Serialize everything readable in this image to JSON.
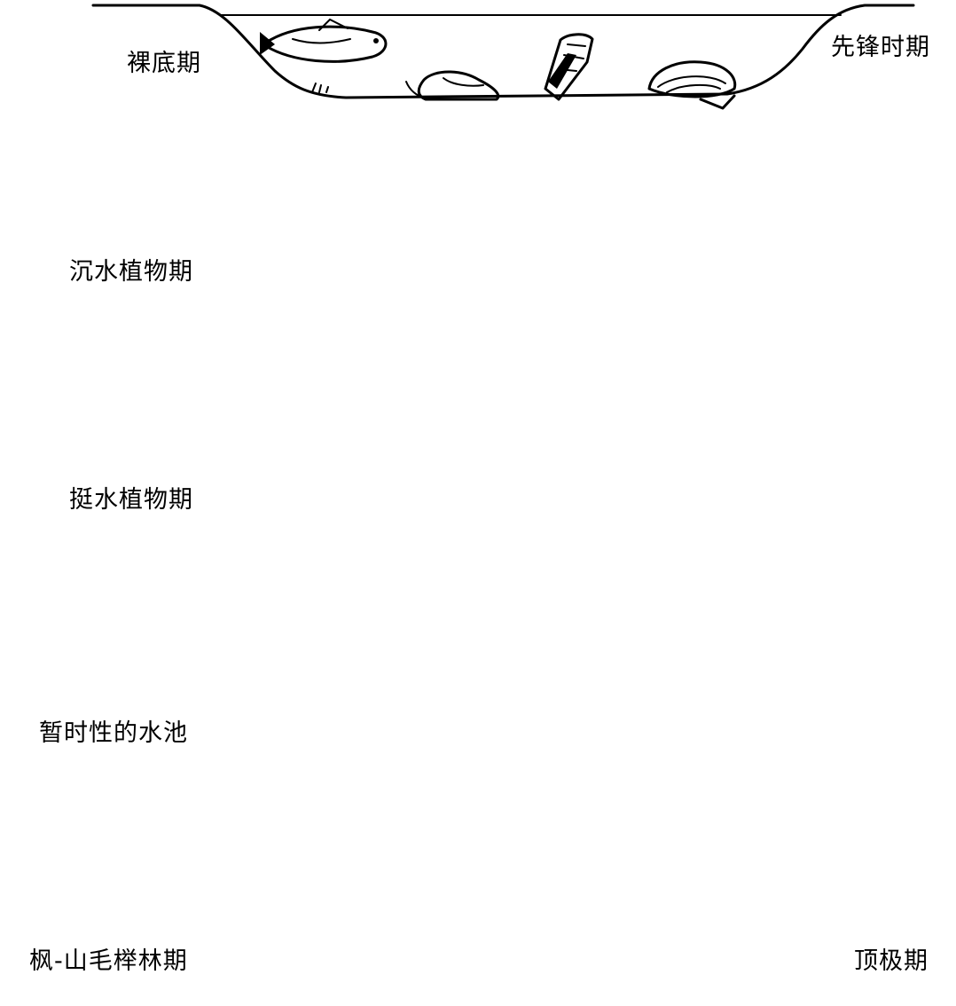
{
  "stages": [
    {
      "label": "裸底期",
      "side_label": "先锋时期"
    },
    {
      "label": "沉水植物期",
      "side_label": ""
    },
    {
      "label": "挺水植物期",
      "side_label": ""
    },
    {
      "label": "暂时性的水池",
      "side_label": ""
    },
    {
      "label": "枫-山毛榉林期",
      "side_label": "顶极期"
    }
  ],
  "icons": [
    "fish-icon",
    "snail-icon",
    "caddisfly-case-icon",
    "clam-icon",
    "tree-icon",
    "beetle-icon",
    "waterweed-icon",
    "cattail-icon",
    "frog-icon",
    "lily-pad-icon",
    "dragonfly-icon",
    "bird-icon",
    "shrub-icon",
    "butterfly-icon",
    "earthworm-icon",
    "fern-icon",
    "mushroom-icon",
    "flower-icon",
    "root-icon"
  ]
}
